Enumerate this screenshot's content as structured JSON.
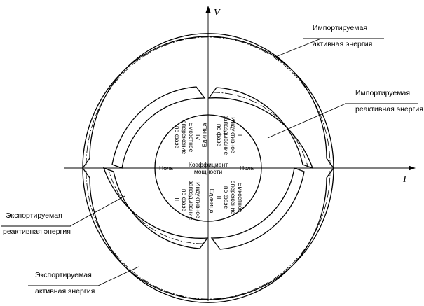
{
  "axes": {
    "v": "V",
    "i": "I"
  },
  "labels": {
    "import_active": [
      "Импортируемая",
      "активная энергия"
    ],
    "import_reactive": [
      "Импортируемая",
      "реактивная энергия"
    ],
    "export_reactive": [
      "Экспортируемая",
      "реактивная энергия"
    ],
    "export_active": [
      "Экспортируемая",
      "активная энергия"
    ]
  },
  "center": {
    "power_factor": [
      "Коэффициент",
      "мощности"
    ]
  },
  "endpoints": {
    "unity": "Единица",
    "zero": "Ноль"
  },
  "quadrants": {
    "q1": {
      "number": "I",
      "text": [
        "Индуктивное",
        "запаздывание",
        "по фазе"
      ]
    },
    "q2": {
      "number": "II",
      "text": [
        "Емкостное",
        "опережение",
        "по фазе"
      ]
    },
    "q3": {
      "number": "III",
      "text": [
        "Индуктивное",
        "запаздывание",
        "по фазе"
      ]
    },
    "q4": {
      "number": "IV",
      "text": [
        "Емкостное",
        "опережение",
        "по фазе"
      ]
    }
  }
}
